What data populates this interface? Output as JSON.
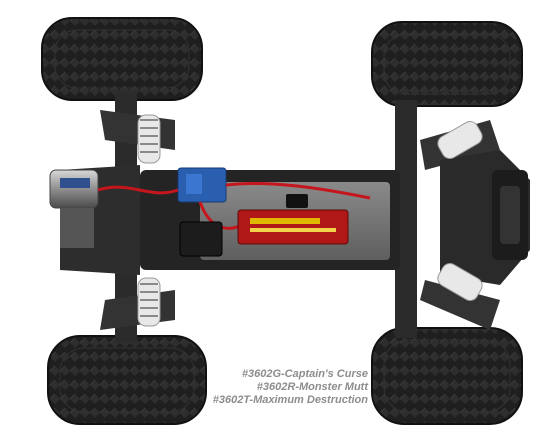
{
  "caption": {
    "lines": [
      "#3602G-Captain's Curse",
      "#3602R-Monster Mutt",
      "#3602T-Maximum Destruction"
    ]
  },
  "colors": {
    "background": "#ffffff",
    "tire": "#1c1c1c",
    "chassis": "#2a2a2a",
    "tray": "#7a7a7a",
    "esc_blue": "#2a5fb0",
    "wire_red": "#c4161c",
    "battery": "#b01818",
    "spring": "#e0e0e0",
    "caption_text": "#8d8d8d"
  },
  "icons": {
    "motor": "motor-icon",
    "battery": "battery-icon",
    "esc": "esc-icon",
    "tire": "tire-icon"
  }
}
